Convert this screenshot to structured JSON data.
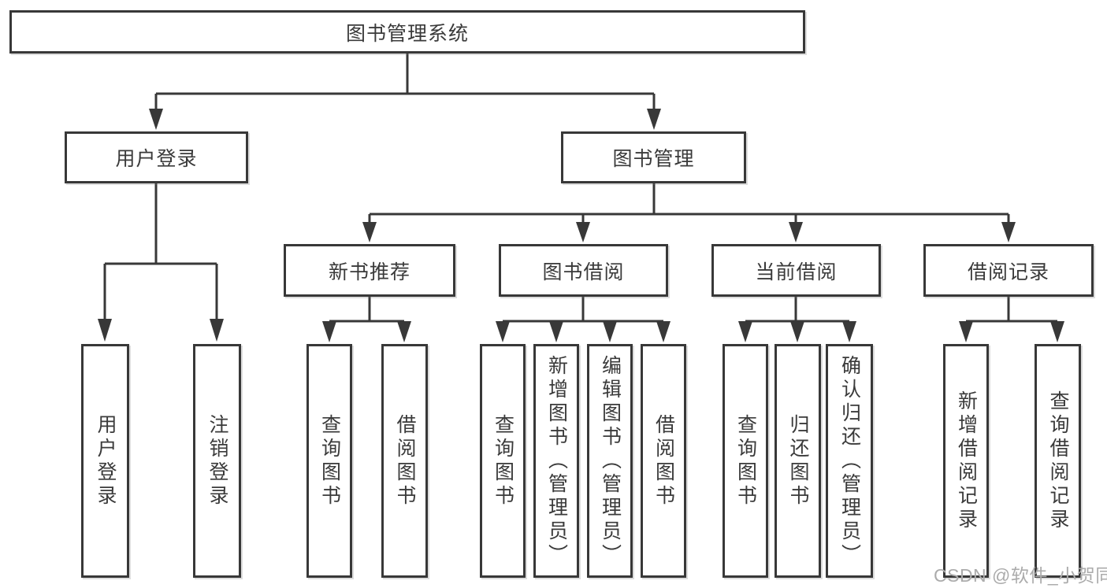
{
  "diagram": {
    "root": {
      "label": "图书管理系统"
    },
    "level2": {
      "user_login": {
        "label": "用户登录"
      },
      "book_management": {
        "label": "图书管理"
      }
    },
    "level3": {
      "new_book_recommend": {
        "label": "新书推荐"
      },
      "book_borrow": {
        "label": "图书借阅"
      },
      "current_borrow": {
        "label": "当前借阅"
      },
      "borrow_records": {
        "label": "借阅记录"
      }
    },
    "leaves": {
      "user_login_1": {
        "label": "用户登录"
      },
      "user_login_2": {
        "label": "注销登录"
      },
      "new_book_1": {
        "label": "查询图书"
      },
      "new_book_2": {
        "label": "借阅图书"
      },
      "book_borrow_1": {
        "label": "查询图书"
      },
      "book_borrow_2": {
        "label": "新增图书（管理员）"
      },
      "book_borrow_3": {
        "label": "编辑图书（管理员）"
      },
      "book_borrow_4": {
        "label": "借阅图书"
      },
      "current_borrow_1": {
        "label": "查询图书"
      },
      "current_borrow_2": {
        "label": "归还图书"
      },
      "current_borrow_3": {
        "label": "确认归还（管理员）"
      },
      "borrow_records_1": {
        "label": "新增借阅记录"
      },
      "borrow_records_2": {
        "label": "查询借阅记录"
      }
    }
  },
  "watermark": {
    "text": "CSDN @软件_小贺同学"
  },
  "colors": {
    "line": "#383838",
    "text": "#3a3a3a",
    "background": "#ffffff",
    "watermark": "#ababab"
  }
}
